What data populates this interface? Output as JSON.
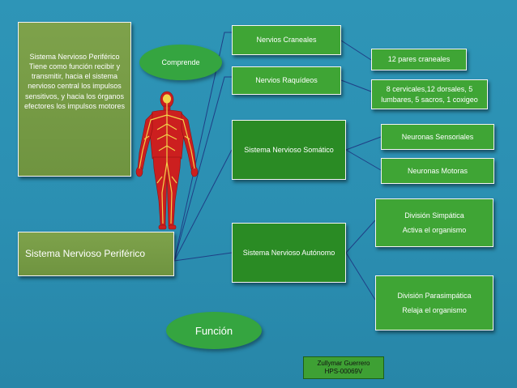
{
  "description_box": {
    "text": "Sistema Nervioso Periférico Tiene como función recibir y transmitir, hacia el sistema nervioso central los impulsos sensitivos, y hacia los órganos efectores los impulsos motores"
  },
  "main_box": {
    "text": "Sistema Nervioso Periférico"
  },
  "comprende_oval": {
    "text": "Comprende"
  },
  "funcion_oval": {
    "text": "Función"
  },
  "nervios_craneales": {
    "text": "Nervios Craneales"
  },
  "nervios_raquideos": {
    "text": "Nervios Raquídeos"
  },
  "craneales_detail": {
    "text": "12 pares craneales"
  },
  "raquideos_detail": {
    "text": "8 cervicales,12 dorsales, 5 lumbares, 5 sacros, 1 coxigeo"
  },
  "somatico": {
    "text": "Sistema Nervioso Somático"
  },
  "sensoriales": {
    "text": "Neuronas Sensoriales"
  },
  "motoras": {
    "text": "Neuronas Motoras"
  },
  "autonomo": {
    "text": "Sistema Nervioso Autónomo"
  },
  "simpatica": {
    "title": "División Simpática",
    "desc": "Activa el organismo"
  },
  "parasimpatica": {
    "title": "División Parasimpática",
    "desc": "Relaja el organismo"
  },
  "author": {
    "name": "Zullymar Guerrero",
    "id": "HPS-00069V"
  },
  "colors": {
    "background": "#2e95b7",
    "box_green": "#3fa535",
    "box_olive": "#7ea24b",
    "body_red": "#cc1f1f",
    "nerve_yellow": "#f1d34a"
  },
  "icons": {
    "figure": "human-nervous-system-figure"
  }
}
